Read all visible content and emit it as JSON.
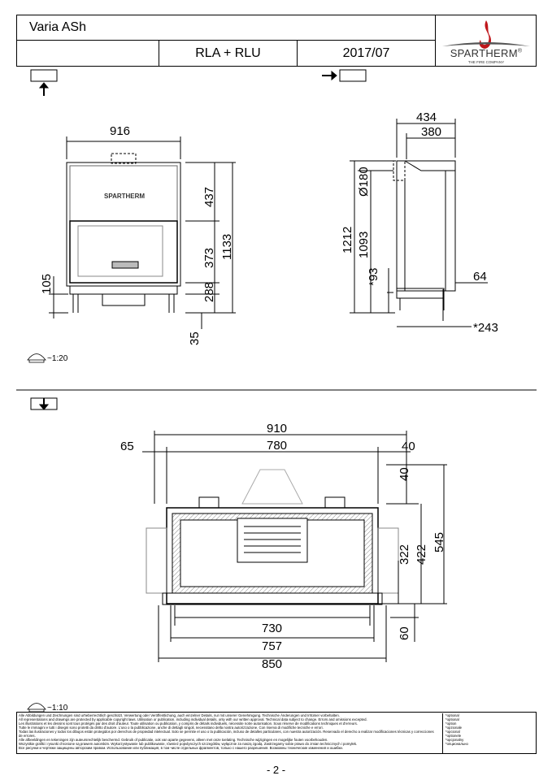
{
  "header": {
    "title": "Varia ASh",
    "model": "RLA + RLU",
    "date": "2017/07"
  },
  "logo": {
    "brand": "SPARTHERM",
    "registered": "®",
    "tagline": "THE FIRE COMPANY",
    "flame_color": "#c0161b"
  },
  "front_view": {
    "width": "916",
    "dims": [
      "437",
      "373",
      "1133",
      "105",
      "288",
      "35"
    ],
    "plate_text": "SPARTHERM"
  },
  "side_view": {
    "dims": [
      "434",
      "380",
      "1212",
      "1093",
      "Ø180",
      "*93",
      "64",
      "*243"
    ]
  },
  "scale_top": "~1:20",
  "top_view": {
    "dims_top": [
      "910",
      "65",
      "780",
      "40"
    ],
    "dims_right": [
      "40",
      "322",
      "422",
      "545"
    ],
    "dims_bottom": [
      "730",
      "757",
      "850",
      "60"
    ]
  },
  "scale_bottom": "~1:10",
  "disclaimer": {
    "lines": [
      "Alle Abbildungen und Zeichnungen sind urheberrechtlich geschützt. Verwertung oder Veröffentlichung, auch einzelner Details, nur mit unserer Genehmigung. Technische Änderungen und Irrtümer vorbehalten.",
      "All representations and drawings are protected by applicable copyright laws. Utilisation or publication, including individual details, only with our written approval. Technical data subject to change. Errors and omissions excepted.",
      "Les illustrations et les dessins sont tous protégés par des droit d'auteur. Toute utilisation ou publication, y compris de détails individuels, nécessite notre autorisation. Sous réserve de modifications techniques et d'erreurs.",
      "Tutte le immagini e tutti i disegni sono protetti da diritto d'autore. L'uso o la pubblicazione, anche di dettagli singoli, necessitano della nostra autorizzazione. Con riserva di modifiche tecniche e errori.",
      "Todas las ilustraciones y todos los dibujos están protegidos por derechos de propiedad intelectual. Solo se permite el uso o la publicación, incluso de detalles particulares, con nuestra autorización. Reservado el derecho a realizar modificaciones técnicas y correcciones de errores.",
      "Alle afbeeldingen en tekeningen zijn auteursrechtelijk beschermd. Gebruik of publicatie, ook van aparte gegevens, alleen met onze toelating. Technische wijzigingen en mogelijke fouten voorbehouden.",
      "Wszystkie grafiki i rysunki chronione są prawem autorskim. Wykorzystywanie lub publikowanie, również pojedynczych szczegółów, wyłącznie za naszą zgodą. Zastrzegamy sobie prawo do zmian technicznych i pomyłek.",
      "Все рисунки и чертежи защищены авторским правом. Использование или публикация, в том числе отдельных фрагментов, только с нашего разрешения. Возможны технические изменения и ошибки."
    ],
    "optional": [
      "*optional",
      "*optional",
      "*option",
      "*opzionale",
      "*opcional",
      "*optionele",
      "*opcjonalny",
      "*опционально"
    ]
  },
  "page_number": "- 2 -"
}
